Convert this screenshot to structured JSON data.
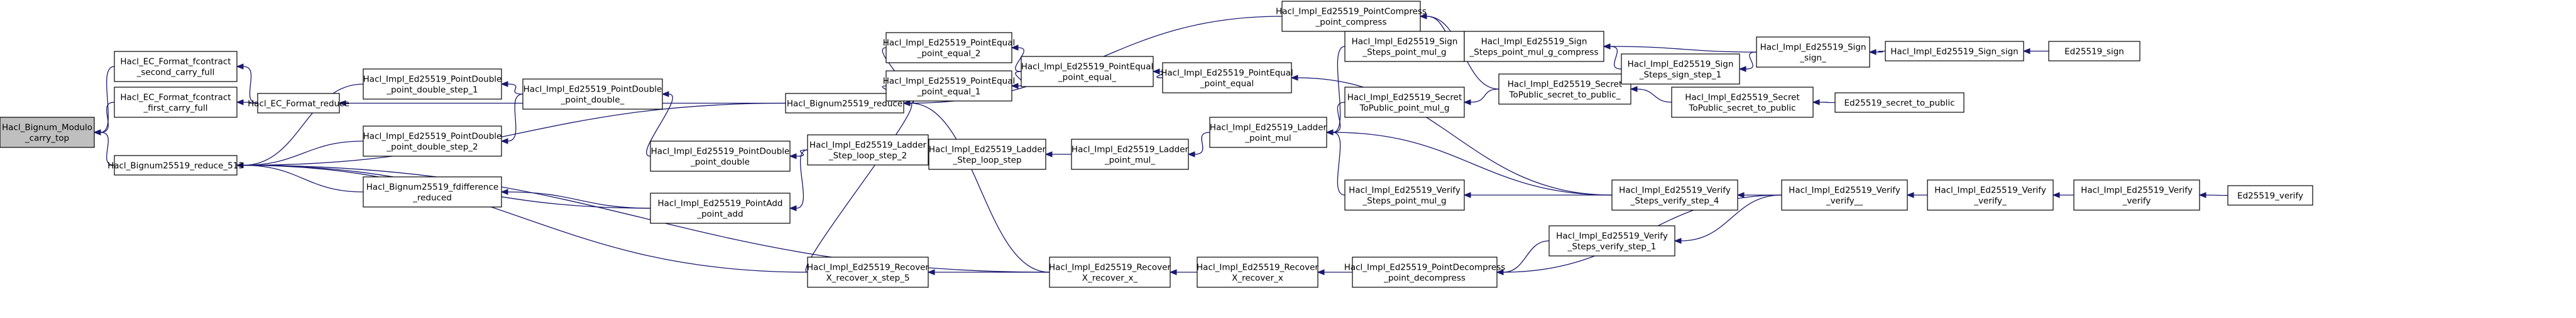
{
  "graph": {
    "nodes": [
      {
        "id": "n0",
        "lines": [
          "Hacl_Bignum_Modulo",
          "_carry_top"
        ],
        "root": true
      },
      {
        "id": "n1",
        "lines": [
          "Hacl_EC_Format_fcontract",
          "_second_carry_full"
        ]
      },
      {
        "id": "n2",
        "lines": [
          "Hacl_EC_Format_fcontract",
          "_first_carry_full"
        ]
      },
      {
        "id": "n3",
        "lines": [
          "Hacl_Bignum25519_reduce_513"
        ]
      },
      {
        "id": "n4",
        "lines": [
          "Hacl_EC_Format_reduce"
        ]
      },
      {
        "id": "n5",
        "lines": [
          "Hacl_Impl_Ed25519_PointDouble",
          "_point_double_step_1"
        ]
      },
      {
        "id": "n6",
        "lines": [
          "Hacl_Impl_Ed25519_PointDouble",
          "_point_double_step_2"
        ]
      },
      {
        "id": "n7",
        "lines": [
          "Hacl_Bignum25519_fdifference",
          "_reduced"
        ]
      },
      {
        "id": "n8",
        "lines": [
          "Hacl_Impl_Ed25519_PointDouble",
          "_point_double_"
        ]
      },
      {
        "id": "n9",
        "lines": [
          "Hacl_Impl_Ed25519_PointDouble",
          "_point_double"
        ]
      },
      {
        "id": "n10",
        "lines": [
          "Hacl_Impl_Ed25519_PointAdd",
          "_point_add"
        ]
      },
      {
        "id": "n11",
        "lines": [
          "Hacl_Bignum25519_reduce"
        ]
      },
      {
        "id": "n12",
        "lines": [
          "Hacl_Impl_Ed25519_PointEqual",
          "_point_equal_2"
        ]
      },
      {
        "id": "n13",
        "lines": [
          "Hacl_Impl_Ed25519_PointEqual",
          "_point_equal_1"
        ]
      },
      {
        "id": "n14",
        "lines": [
          "Hacl_Impl_Ed25519_Ladder",
          "_Step_loop_step_2"
        ]
      },
      {
        "id": "n15",
        "lines": [
          "Hacl_Impl_Ed25519_Recover",
          "X_recover_x_step_5"
        ]
      },
      {
        "id": "n16",
        "lines": [
          "Hacl_Impl_Ed25519_Recover",
          "X_recover_x_"
        ]
      },
      {
        "id": "n17",
        "lines": [
          "Hacl_Impl_Ed25519_Ladder",
          "_Step_loop_step"
        ]
      },
      {
        "id": "n18",
        "lines": [
          "Hacl_Impl_Ed25519_PointEqual",
          "_point_equal_"
        ]
      },
      {
        "id": "n19",
        "lines": [
          "Hacl_Impl_Ed25519_Ladder",
          "_point_mul_"
        ]
      },
      {
        "id": "n20",
        "lines": [
          "Hacl_Impl_Ed25519_PointEqual",
          "_point_equal"
        ]
      },
      {
        "id": "n21",
        "lines": [
          "Hacl_Impl_Ed25519_Recover",
          "X_recover_x"
        ]
      },
      {
        "id": "n22",
        "lines": [
          "Hacl_Impl_Ed25519_PointCompress",
          "_point_compress"
        ]
      },
      {
        "id": "n23",
        "lines": [
          "Hacl_Impl_Ed25519_Ladder",
          "_point_mul"
        ]
      },
      {
        "id": "n24",
        "lines": [
          "Hacl_Impl_Ed25519_PointDecompress",
          "_point_decompress"
        ]
      },
      {
        "id": "n25",
        "lines": [
          "Hacl_Impl_Ed25519_Sign",
          "_Steps_point_mul_g"
        ]
      },
      {
        "id": "n26",
        "lines": [
          "Hacl_Impl_Ed25519_Secret",
          "ToPublic_point_mul_g"
        ]
      },
      {
        "id": "n27",
        "lines": [
          "Hacl_Impl_Ed25519_Verify",
          "_Steps_point_mul_g"
        ]
      },
      {
        "id": "n28",
        "lines": [
          "Hacl_Impl_Ed25519_Sign",
          "_Steps_point_mul_g_compress"
        ]
      },
      {
        "id": "n29",
        "lines": [
          "Hacl_Impl_Ed25519_Secret",
          "ToPublic_secret_to_public_"
        ]
      },
      {
        "id": "n30",
        "lines": [
          "Hacl_Impl_Ed25519_Verify",
          "_Steps_verify_step_4"
        ]
      },
      {
        "id": "n31",
        "lines": [
          "Hacl_Impl_Ed25519_Verify",
          "_Steps_verify_step_1"
        ]
      },
      {
        "id": "n32",
        "lines": [
          "Hacl_Impl_Ed25519_Sign",
          "_Steps_sign_step_1"
        ]
      },
      {
        "id": "n33",
        "lines": [
          "Hacl_Impl_Ed25519_Secret",
          "ToPublic_secret_to_public"
        ]
      },
      {
        "id": "n34",
        "lines": [
          "Hacl_Impl_Ed25519_Verify",
          "_verify__"
        ]
      },
      {
        "id": "n35",
        "lines": [
          "Hacl_Impl_Ed25519_Sign",
          "_sign_"
        ]
      },
      {
        "id": "n36",
        "lines": [
          "Ed25519_secret_to_public"
        ]
      },
      {
        "id": "n37",
        "lines": [
          "Hacl_Impl_Ed25519_Verify",
          "_verify_"
        ]
      },
      {
        "id": "n38",
        "lines": [
          "Hacl_Impl_Ed25519_Sign_sign"
        ]
      },
      {
        "id": "n39",
        "lines": [
          "Hacl_Impl_Ed25519_Verify",
          "_verify"
        ]
      },
      {
        "id": "n40",
        "lines": [
          "Ed25519_sign"
        ]
      },
      {
        "id": "n41",
        "lines": [
          "Ed25519_verify"
        ]
      }
    ],
    "edges": [
      [
        "n1",
        "n0"
      ],
      [
        "n2",
        "n0"
      ],
      [
        "n3",
        "n0"
      ],
      [
        "n4",
        "n1"
      ],
      [
        "n4",
        "n2"
      ],
      [
        "n5",
        "n3"
      ],
      [
        "n6",
        "n3"
      ],
      [
        "n7",
        "n3"
      ],
      [
        "n10",
        "n3"
      ],
      [
        "n11",
        "n3"
      ],
      [
        "n15",
        "n3"
      ],
      [
        "n16",
        "n3"
      ],
      [
        "n11",
        "n4"
      ],
      [
        "n8",
        "n5"
      ],
      [
        "n8",
        "n6"
      ],
      [
        "n10",
        "n7"
      ],
      [
        "n9",
        "n8"
      ],
      [
        "n14",
        "n9"
      ],
      [
        "n14",
        "n10"
      ],
      [
        "n12",
        "n11"
      ],
      [
        "n13",
        "n11"
      ],
      [
        "n15",
        "n11"
      ],
      [
        "n16",
        "n11"
      ],
      [
        "n22",
        "n11"
      ],
      [
        "n18",
        "n12"
      ],
      [
        "n18",
        "n13"
      ],
      [
        "n17",
        "n14"
      ],
      [
        "n16",
        "n15"
      ],
      [
        "n21",
        "n16"
      ],
      [
        "n19",
        "n17"
      ],
      [
        "n20",
        "n18"
      ],
      [
        "n23",
        "n19"
      ],
      [
        "n30",
        "n20"
      ],
      [
        "n24",
        "n21"
      ],
      [
        "n28",
        "n22"
      ],
      [
        "n29",
        "n22"
      ],
      [
        "n25",
        "n23"
      ],
      [
        "n26",
        "n23"
      ],
      [
        "n27",
        "n23"
      ],
      [
        "n30",
        "n23"
      ],
      [
        "n31",
        "n24"
      ],
      [
        "n34",
        "n24"
      ],
      [
        "n28",
        "n25"
      ],
      [
        "n29",
        "n26"
      ],
      [
        "n30",
        "n27"
      ],
      [
        "n32",
        "n28"
      ],
      [
        "n35",
        "n28"
      ],
      [
        "n33",
        "n29"
      ],
      [
        "n34",
        "n30"
      ],
      [
        "n34",
        "n31"
      ],
      [
        "n35",
        "n32"
      ],
      [
        "n36",
        "n33"
      ],
      [
        "n37",
        "n34"
      ],
      [
        "n38",
        "n35"
      ],
      [
        "n39",
        "n37"
      ],
      [
        "n40",
        "n38"
      ],
      [
        "n41",
        "n39"
      ]
    ]
  }
}
